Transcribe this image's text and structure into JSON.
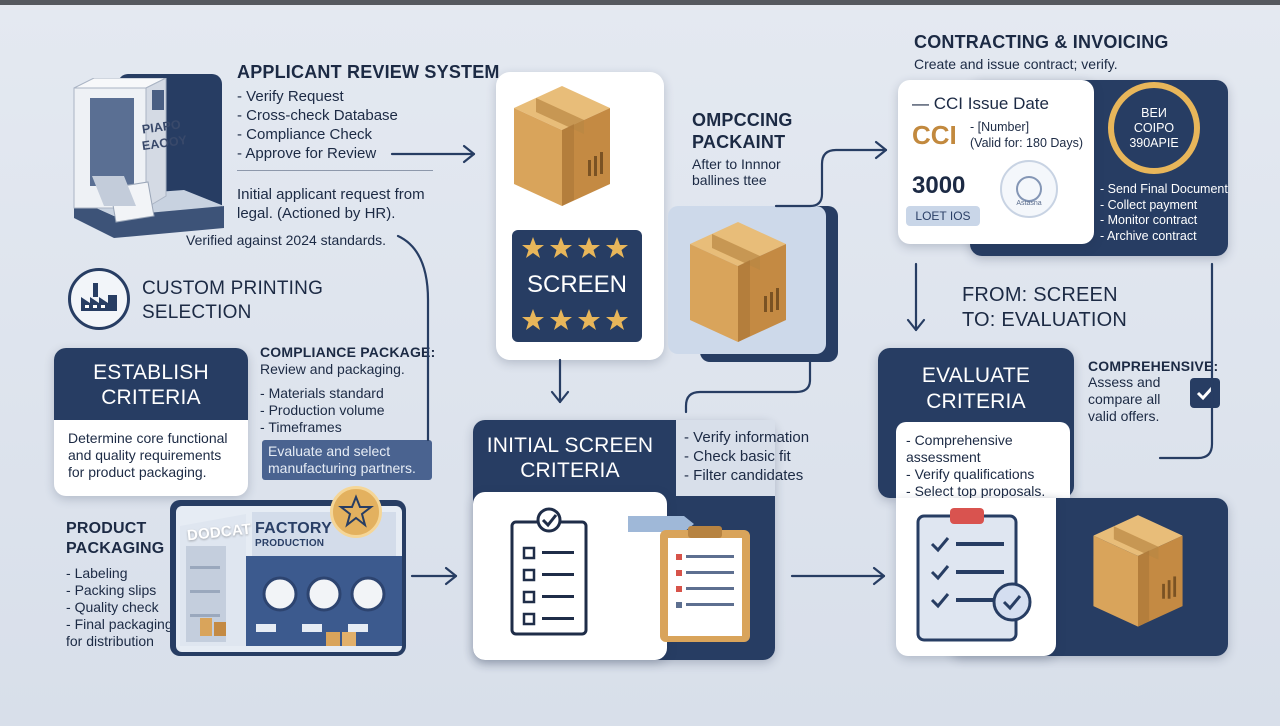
{
  "applicant": {
    "title": "APPLICANT REVIEW SYSTEM",
    "items": [
      "Verify Request",
      "Cross-check Database",
      "Compliance Check",
      "Approve for Review"
    ],
    "description": "Initial applicant request from legal. (Actioned by HR).",
    "note": "Verified against 2024 standards.",
    "machine_label_1": "PIAPO",
    "machine_label_2": "EAOOY"
  },
  "screen_box": {
    "label": "SCREEN"
  },
  "packaging_mid": {
    "title_line1": "OMPCCING",
    "title_line2": "PACKAINT",
    "sub_line1": "After to Innnor",
    "sub_line2": "ballines ttee"
  },
  "contracting": {
    "title": "CONTRACTING & INVOICING",
    "subtitle": "Create and issue contract; verify.",
    "issue_date": "— CCI Issue Date",
    "cci": "CCI",
    "number": "- [Number]",
    "valid": "(Valid for: 180 Days)",
    "amount": "3000",
    "button": "LOET IOS",
    "seal_line1": "BEИ",
    "seal_line2": "COIPO",
    "seal_line3": "390APIE",
    "stamp_text": "Astasna",
    "items": [
      "Send Final Document",
      "Collect payment",
      "Monitor contract",
      "Archive contract"
    ]
  },
  "from_to": {
    "line1": "FROM: SCREEN",
    "line2": "TO: EVALUATION"
  },
  "custom_printing": {
    "title_line1": "CUSTOM PRINTING",
    "title_line2": "SELECTION"
  },
  "establish": {
    "title_line1": "ESTABLISH",
    "title_line2": "CRITERIA",
    "description": "Determine core functional and quality requirements for product packaging."
  },
  "compliance": {
    "title": "COMPLIANCE PACKAGE:",
    "subtitle": "Review and packaging.",
    "items": [
      "Materials standard",
      "Production volume",
      "Timeframes"
    ],
    "note": "Evaluate and select manufacturing partners."
  },
  "initial_screen": {
    "title_line1": "INITIAL SCREEN",
    "title_line2": "CRITERIA",
    "items": [
      "Verify information",
      "Check basic fit",
      "Filter candidates"
    ]
  },
  "evaluate": {
    "title_line1": "EVALUATE",
    "title_line2": "CRITERIA",
    "items": [
      "Comprehensive assessment",
      "Verify qualifications",
      "Select top proposals."
    ]
  },
  "comprehensive": {
    "title": "COMPREHENSIVE:",
    "text": "Assess and compare all valid offers."
  },
  "product": {
    "title_line1": "PRODUCT",
    "title_line2": "PACKAGING",
    "items": [
      "Labeling",
      "Packing slips",
      "Quality check",
      "Final packaging for distribution"
    ],
    "sign_1": "DODCAT",
    "sign_2": "FACTORY",
    "sign_3": "PRODUCTION"
  },
  "colors": {
    "navy": "#273d63",
    "cardboard": "#d9a45b",
    "gold": "#e8b65a",
    "light_blue": "#cdd9ea"
  }
}
